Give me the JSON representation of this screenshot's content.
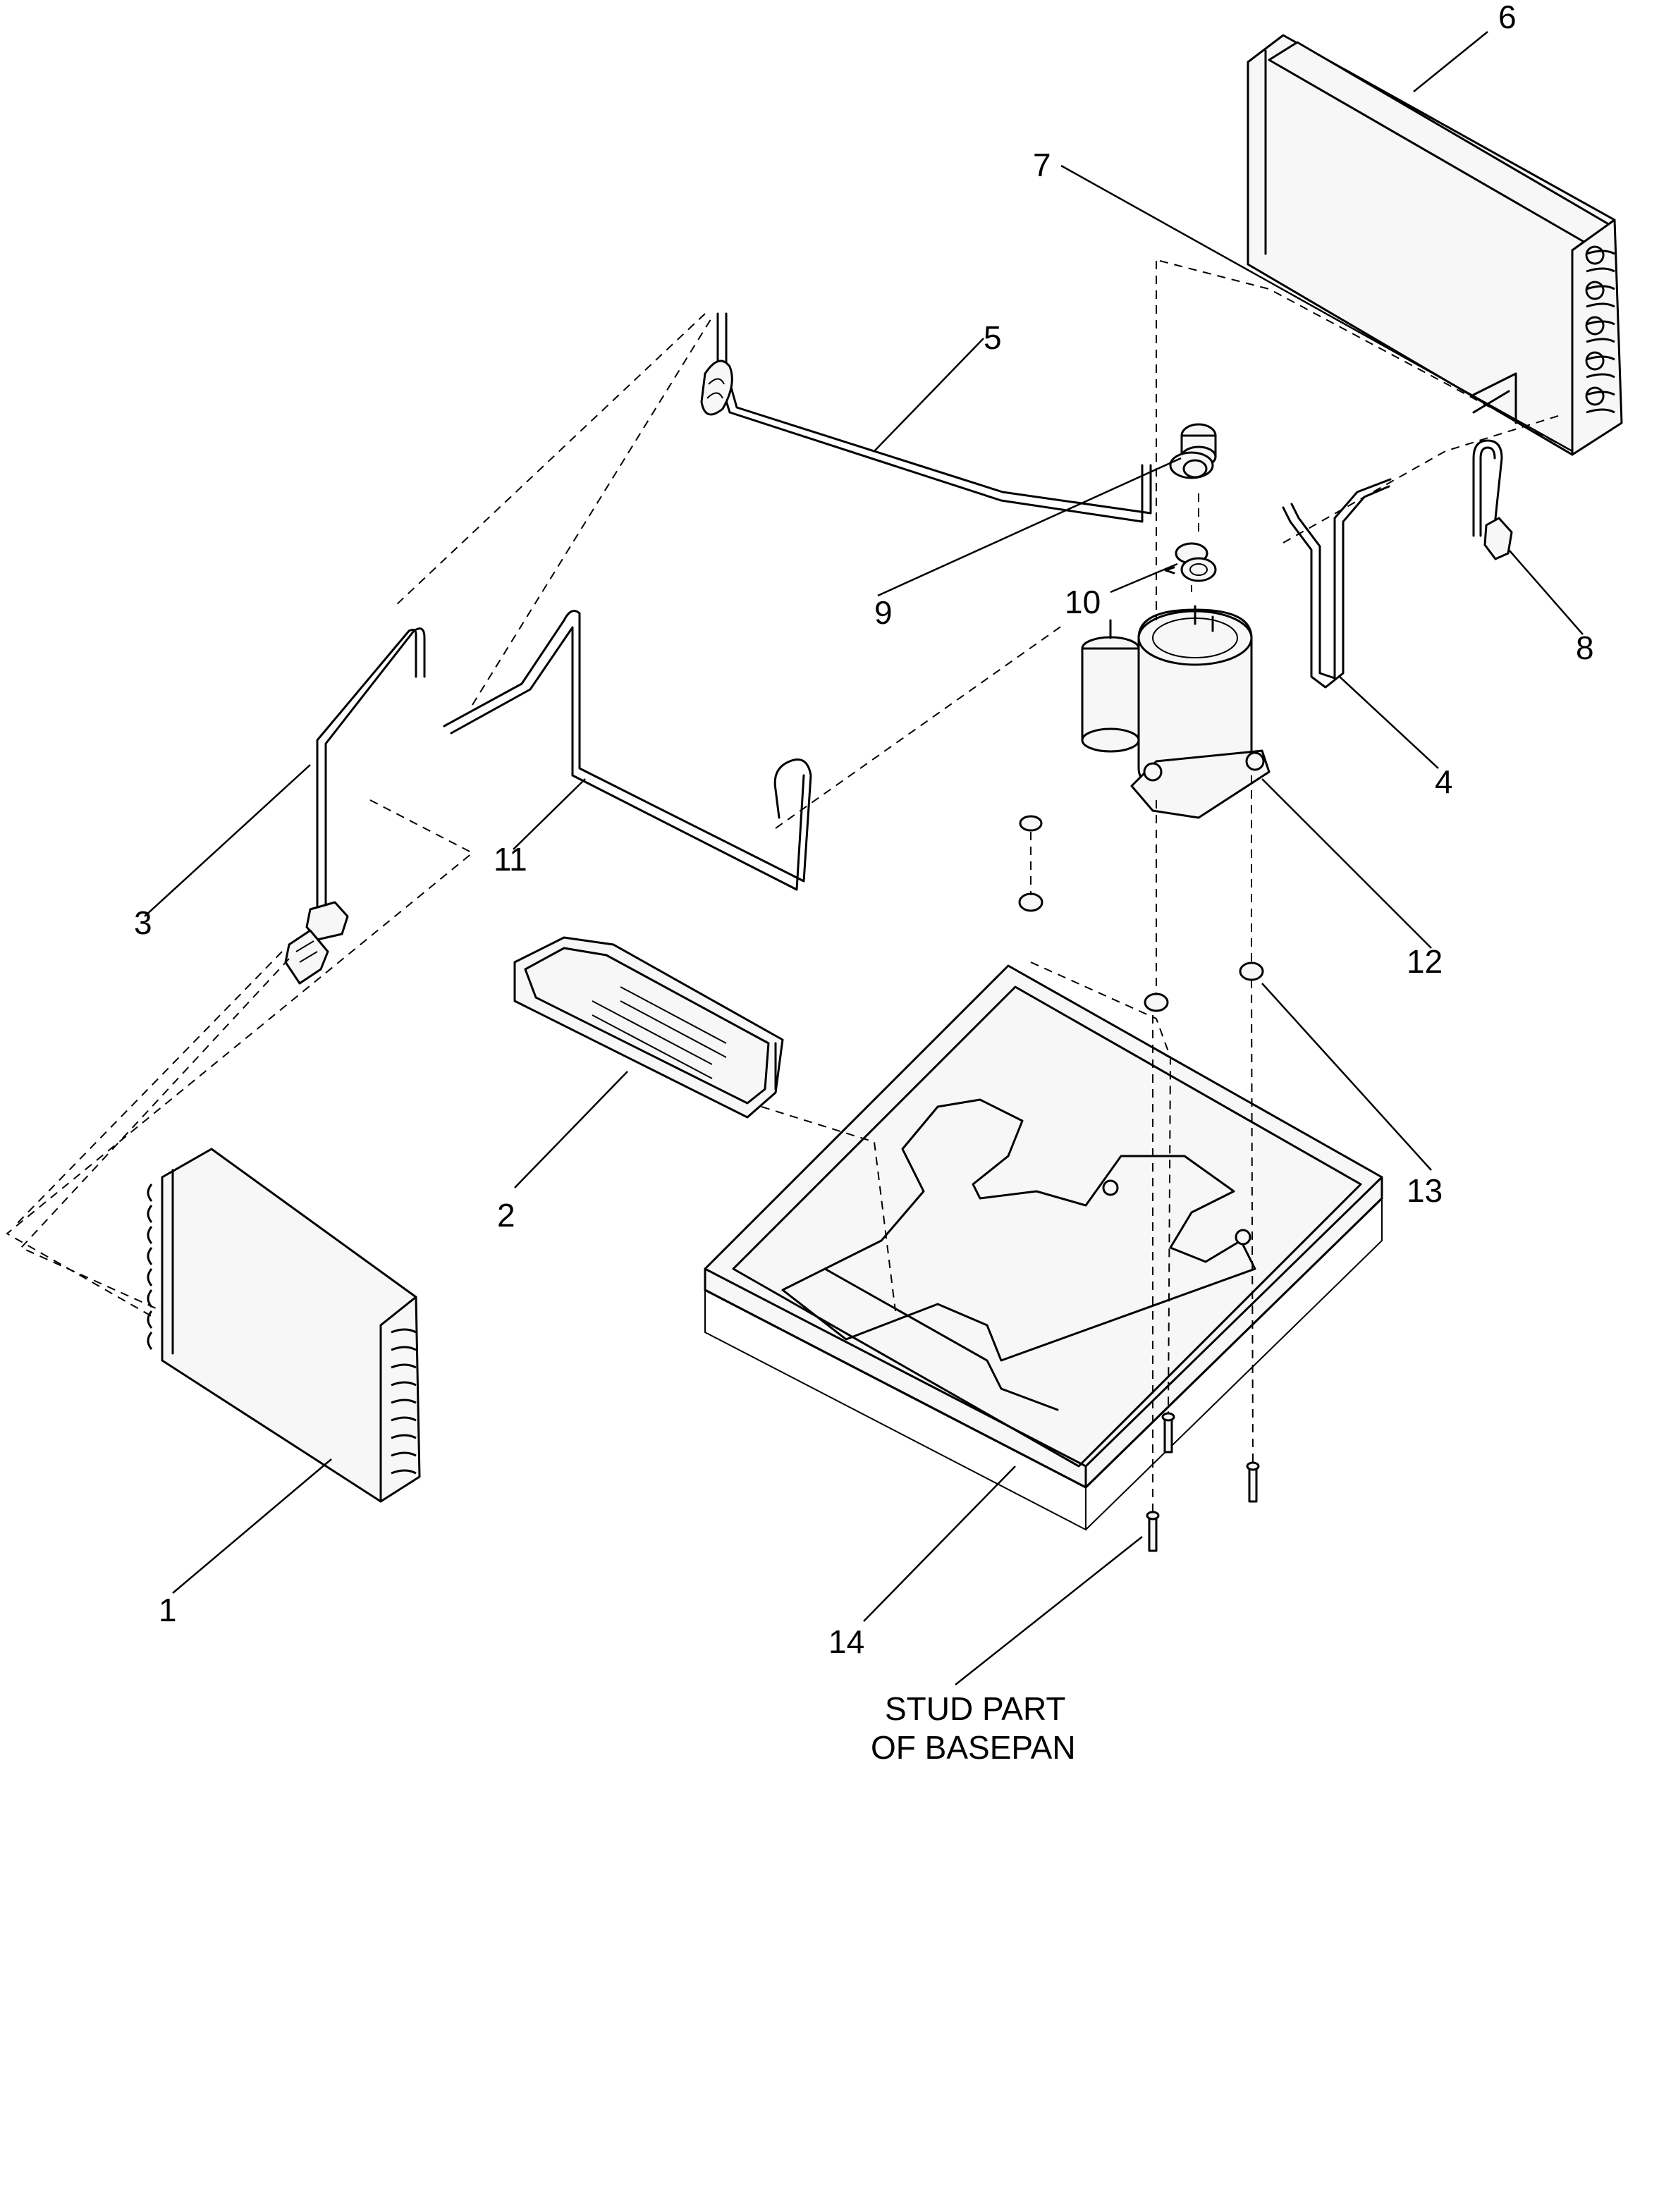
{
  "callouts": {
    "c1": "1",
    "c2": "2",
    "c3": "3",
    "c4": "4",
    "c5": "5",
    "c6": "6",
    "c7": "7",
    "c8": "8",
    "c9": "9",
    "c10": "10",
    "c11": "11",
    "c12": "12",
    "c13": "13",
    "c14": "14"
  },
  "note": {
    "line1": "STUD PART",
    "line2": "OF BASEPAN"
  }
}
